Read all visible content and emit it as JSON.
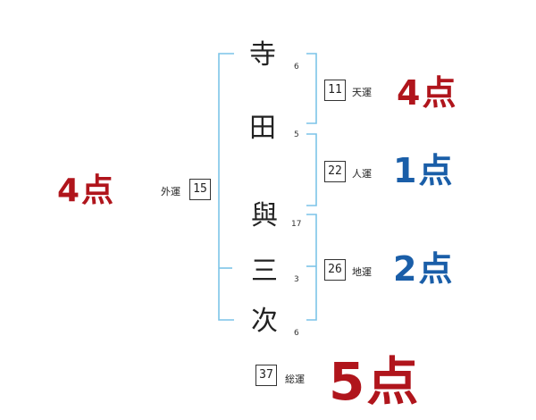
{
  "name_chars": [
    {
      "char": "寺",
      "strokes": "6"
    },
    {
      "char": "田",
      "strokes": "5"
    },
    {
      "char": "與",
      "strokes": "17"
    },
    {
      "char": "三",
      "strokes": "3"
    },
    {
      "char": "次",
      "strokes": "6"
    }
  ],
  "kakusu": {
    "gaikaku": {
      "label": "外運",
      "value": "15",
      "score": "4点"
    },
    "tenkaku": {
      "label": "天運",
      "value": "11",
      "score": "4点"
    },
    "jinkaku": {
      "label": "人運",
      "value": "22",
      "score": "1点"
    },
    "chikaku": {
      "label": "地運",
      "value": "26",
      "score": "2点"
    },
    "soukaku": {
      "label": "総運",
      "value": "37",
      "score": "5点"
    }
  },
  "colors": {
    "good": "#b0151c",
    "bad": "#1a5ea8",
    "bracket": "#7cc4e8"
  }
}
